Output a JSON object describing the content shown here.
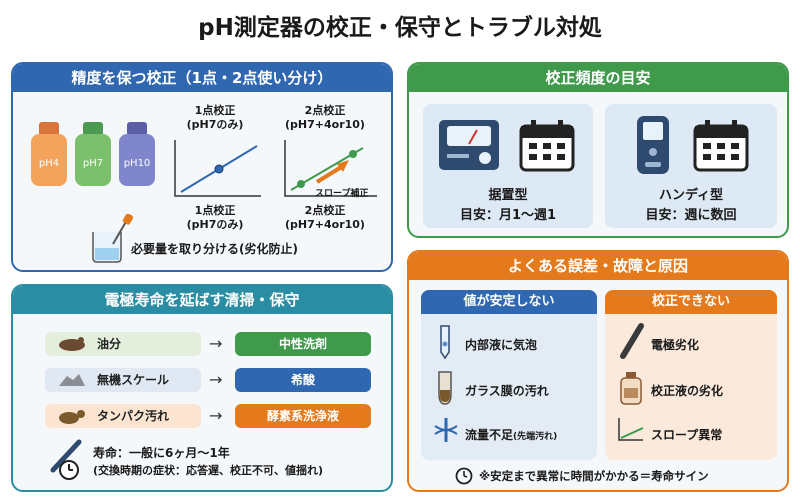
{
  "title": "pH測定器の校正・保守とトラブル対処",
  "colors": {
    "blue": "#2f67b1",
    "green": "#3f9a4c",
    "teal": "#2b8da3",
    "orange": "#e57a1c"
  },
  "calibration": {
    "header": "精度を保つ校正（1点・2点使い分け）",
    "bottles": [
      "pH4",
      "pH7",
      "pH10"
    ],
    "one_point_top": "1点校正\n(pH7のみ)",
    "two_point_top": "2点校正\n(pH7+4or10)",
    "one_point_bottom": "1点校正\n(pH7のみ)",
    "two_point_bottom": "2点校正\n(pH7+4or10)",
    "slope_label": "スロープ補正",
    "note": "必要量を取り分ける(劣化防止)"
  },
  "frequency": {
    "header": "校正頻度の目安",
    "stationary_title": "据置型",
    "stationary_desc": "目安：月1〜週1",
    "handy_title": "ハンディ型",
    "handy_desc": "目安：週に数回"
  },
  "maintenance": {
    "header": "電極寿命を延ばす清掃・保守",
    "rows": [
      {
        "dirt": "油分",
        "remedy": "中性洗剤",
        "remedy_color": "#3f9a4c",
        "left_color": "#e3efdc",
        "icon": "oil-stain-icon"
      },
      {
        "dirt": "無機スケール",
        "remedy": "希酸",
        "remedy_color": "#2f67b1",
        "left_color": "#dfe8f3",
        "icon": "scale-icon"
      },
      {
        "dirt": "タンパク汚れ",
        "remedy": "酵素系洗浄液",
        "remedy_color": "#e57a1c",
        "left_color": "#fbe5d1",
        "icon": "protein-stain-icon"
      }
    ],
    "life": "寿命：一般に6ヶ月〜1年",
    "symptoms": "(交換時期の症状：応答遅、校正不可、値揺れ)"
  },
  "errors": {
    "header": "よくある誤差・故障と原因",
    "unstable_header": "値が安定しない",
    "unstable_items": [
      "内部液に気泡",
      "ガラス膜の汚れ",
      "流量不足"
    ],
    "unstable_item_note": "(先端汚れ)",
    "cannot_header": "校正できない",
    "cannot_items": [
      "電極劣化",
      "校正液の劣化",
      "スロープ異常"
    ],
    "footer": "※安定まで異常に時間がかかる＝寿命サイン"
  }
}
